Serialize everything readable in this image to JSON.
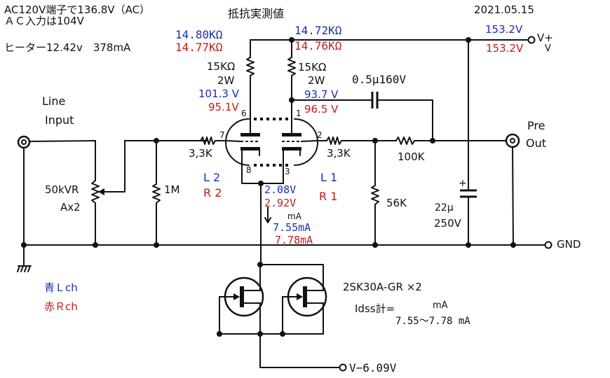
{
  "header": {
    "note_line1": "AC120V端子で136.8V（AC）",
    "note_line2": "ＡＣ入力は104V",
    "heater": "ヒーター12.42v　378mA",
    "title": "抵抗実測値",
    "date": "2021.05.15"
  },
  "measurements": {
    "r_left_blue": "14.80KΩ",
    "r_left_red": "14.77KΩ",
    "r_right_blue": "14.72KΩ",
    "r_right_red": "14.76KΩ",
    "vplus_blue": "153.2V",
    "vplus_red": "153.2V",
    "plate6_blue": "101.3 V",
    "plate6_red": "95.1V",
    "plate1_blue": "93.7 V",
    "plate1_red": "96.5 V",
    "cathode_blue": "2.08V",
    "cathode_red": "2.92V",
    "current_unit": "mA",
    "current_blue": "7.55mA",
    "current_red": "7.78mA"
  },
  "components": {
    "plate_res_left": "15KΩ",
    "plate_res_left_w": "2W",
    "plate_res_right": "15KΩ",
    "plate_res_right_w": "2W",
    "coupling_cap": "0.5μ160V",
    "grid_res_left": "3,3K",
    "grid_res_right": "3,3K",
    "res_100k": "100K",
    "res_56k": "56K",
    "res_1m": "1M",
    "vr": "50kVR",
    "vr_type": "Ax2",
    "elec_cap_value": "22μ",
    "elec_cap_voltage": "250V",
    "elec_cap_plus": "+",
    "fet_part": "2SK30A-GR ×2",
    "idss_label": "Idss計=",
    "idss_unit": "mA",
    "idss_range": "7.55～7.78 mA"
  },
  "pins": {
    "p6": "6",
    "p7": "7",
    "p8": "8",
    "p1": "1",
    "p2": "2",
    "p3": "3"
  },
  "sections": {
    "left_unit_blue": "L 2",
    "left_unit_red": "R 2",
    "right_unit_blue": "L 1",
    "right_unit_red": "R 1"
  },
  "terminals": {
    "line_input_1": "Line",
    "line_input_2": "Input",
    "pre_out_1": "Pre",
    "pre_out_2": "Out",
    "vplus": "V+",
    "vplus_sub": "V",
    "gnd": "GND",
    "vminus": "V−6.09V"
  },
  "legend": {
    "blue": "青Ｌch",
    "red": "赤Ｒch"
  },
  "colors": {
    "left_channel": "#1a2fb0",
    "right_channel": "#c41a1a",
    "wire": "#111111"
  }
}
